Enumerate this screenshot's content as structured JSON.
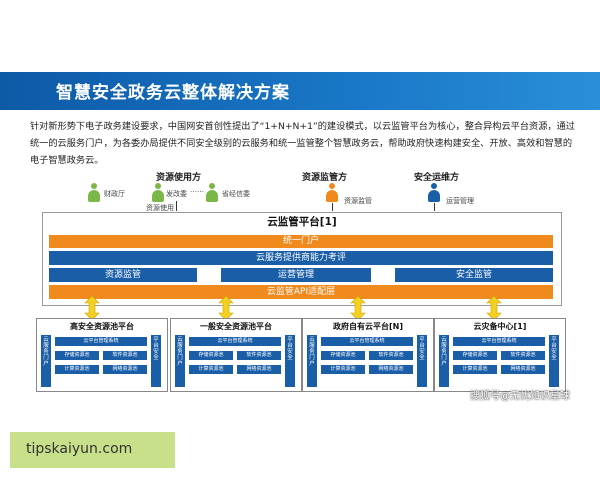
{
  "title": "智慧安全政务云整体解决方案",
  "intro": "针对新形势下电子政务建设要求，中国网安首创性提出了“1+N+N+1”的建设模式，以云监管平台为核心，整合异构云平台资源，通过统一的云服务门户，为各委办局提供不同安全级别的云服务和统一监管整个智慧政务云，帮助政府快速构建安全、开放、高效和智慧的电子智慧政务云。",
  "roles": {
    "resource_user": {
      "title": "资源使用方",
      "members": [
        "财政厅",
        "发改委",
        "……",
        "省经信委"
      ],
      "action": "资源使用"
    },
    "resource_supervisor": {
      "title": "资源监管方",
      "action": "资源监管"
    },
    "security_ops": {
      "title": "安全运维方",
      "action": "运营管理"
    }
  },
  "platform": {
    "title": "云监管平台[1]",
    "portal": "统一门户",
    "service": "云服务提供商能力考评",
    "modules": [
      "资源监管",
      "运营管理",
      "安全监管"
    ],
    "adapter": "云监管API适配层"
  },
  "pools": [
    {
      "title": "高安全资源池平台",
      "left": "云服务门户",
      "right": "平台安全",
      "mgmt": "云平台管理系统",
      "cells": [
        "存储资源池",
        "软件资源池",
        "计算资源池",
        "网络资源池"
      ],
      "mark": ""
    },
    {
      "title": "一般安全资源池平台",
      "left": "云服务门户",
      "right": "平台安全",
      "mgmt": "云平台管理系统",
      "cells": [
        "存储资源池",
        "软件资源池",
        "计算资源池",
        "网络资源池"
      ],
      "mark": ""
    },
    {
      "title": "政府自有云平台[N]",
      "left": "云服务门户",
      "right": "平台安全",
      "mgmt": "云平台管理系统",
      "cells": [
        "存储资源池",
        "软件资源池",
        "计算资源池",
        "网络资源池"
      ],
      "mark": ""
    },
    {
      "title": "云灾备中心[1]",
      "left": "云服务门户",
      "right": "平台安全",
      "mgmt": "云平台管理系统",
      "cells": [
        "存储资源池",
        "软件资源池",
        "计算资源池",
        "网络资源池"
      ],
      "mark": ""
    }
  ],
  "watermark": "搜狐号@无忧知识星球",
  "site": "tipskaiyun.com",
  "colors": {
    "banner": "#1a78c8",
    "blue": "#1a5ea8",
    "orange": "#f08a1c",
    "person_green": "#7ab648",
    "person_orange": "#f08a1c",
    "person_blue": "#1a5ea8",
    "arrow_yellow": "#f5d020"
  }
}
